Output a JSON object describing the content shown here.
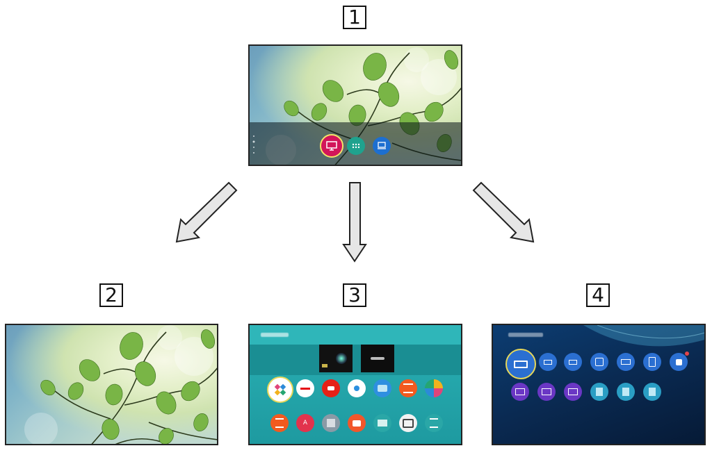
{
  "badges": [
    "1",
    "2",
    "3",
    "4"
  ],
  "colors": {
    "arrow_fill": "#e6e6e6",
    "arrow_stroke": "#222222",
    "leaf_green": "#6fae3a",
    "apps_teal": "#20a4a8",
    "inputs_navy": "#0a2a52",
    "home_red": "#d2155a",
    "home_teal": "#1fa28e",
    "home_blue": "#1d6fd0"
  },
  "home_icons": [
    "tv-icon",
    "apps-grid-icon",
    "input-device-icon"
  ],
  "apps_row1": [
    "apps-list-icon",
    "netflix-icon",
    "youtube-icon",
    "assistant-icon",
    "browser-icon",
    "tv-guide-icon",
    "color-icon"
  ],
  "apps_row2": [
    "list-icon",
    "font-icon",
    "media-icon",
    "message-icon",
    "photo-icon",
    "camera-icon",
    "settings-list-icon"
  ],
  "inputs_row1": [
    "hdmi1-icon",
    "hdmi2-icon",
    "hdmi3-icon",
    "av-icon",
    "video-icon",
    "tablet-icon",
    "usb-icon"
  ],
  "inputs_row2": [
    "pc1-icon",
    "pc2-icon",
    "pc3-icon",
    "network1-icon",
    "network2-icon",
    "network3-icon",
    "network4-icon"
  ]
}
